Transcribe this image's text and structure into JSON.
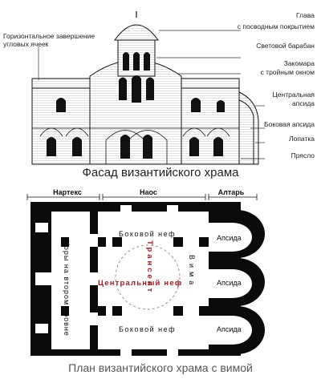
{
  "facade": {
    "labels": {
      "horizontal_finish": [
        "Горизонтальное завершение",
        "угловых ячеек"
      ],
      "dome": [
        "Глава",
        "с посводным покрытием"
      ],
      "drum": "Световой барабан",
      "zakomara": [
        "Закомара",
        "с тройным окном"
      ],
      "central_apse": [
        "Центральная",
        "апсида"
      ],
      "side_apse": "Боковая апсида",
      "lopatka": "Лопатка",
      "pryaslo": "Прясло"
    },
    "caption": "Фасад византийского храма"
  },
  "plan": {
    "headers": {
      "narthex": "Нартекс",
      "naos": "Наос",
      "altar": "Алтарь"
    },
    "labels": {
      "side_nave_top": "Боковой неф",
      "side_nave_bottom": "Боковой неф",
      "central_nave": "Центральный неф",
      "transept": "Трансепт",
      "vima": "Вима",
      "choir": "Хоры на втором уровне",
      "apse_top": "Апсида",
      "apse_mid": "Апсида",
      "apse_bottom": "Апсида"
    },
    "caption": "План византийского храма с вимой"
  },
  "colors": {
    "ink": "#111111",
    "plan_black": "#0b0b0b",
    "accent_red": "#b11717",
    "caption_gray": "#555555"
  }
}
